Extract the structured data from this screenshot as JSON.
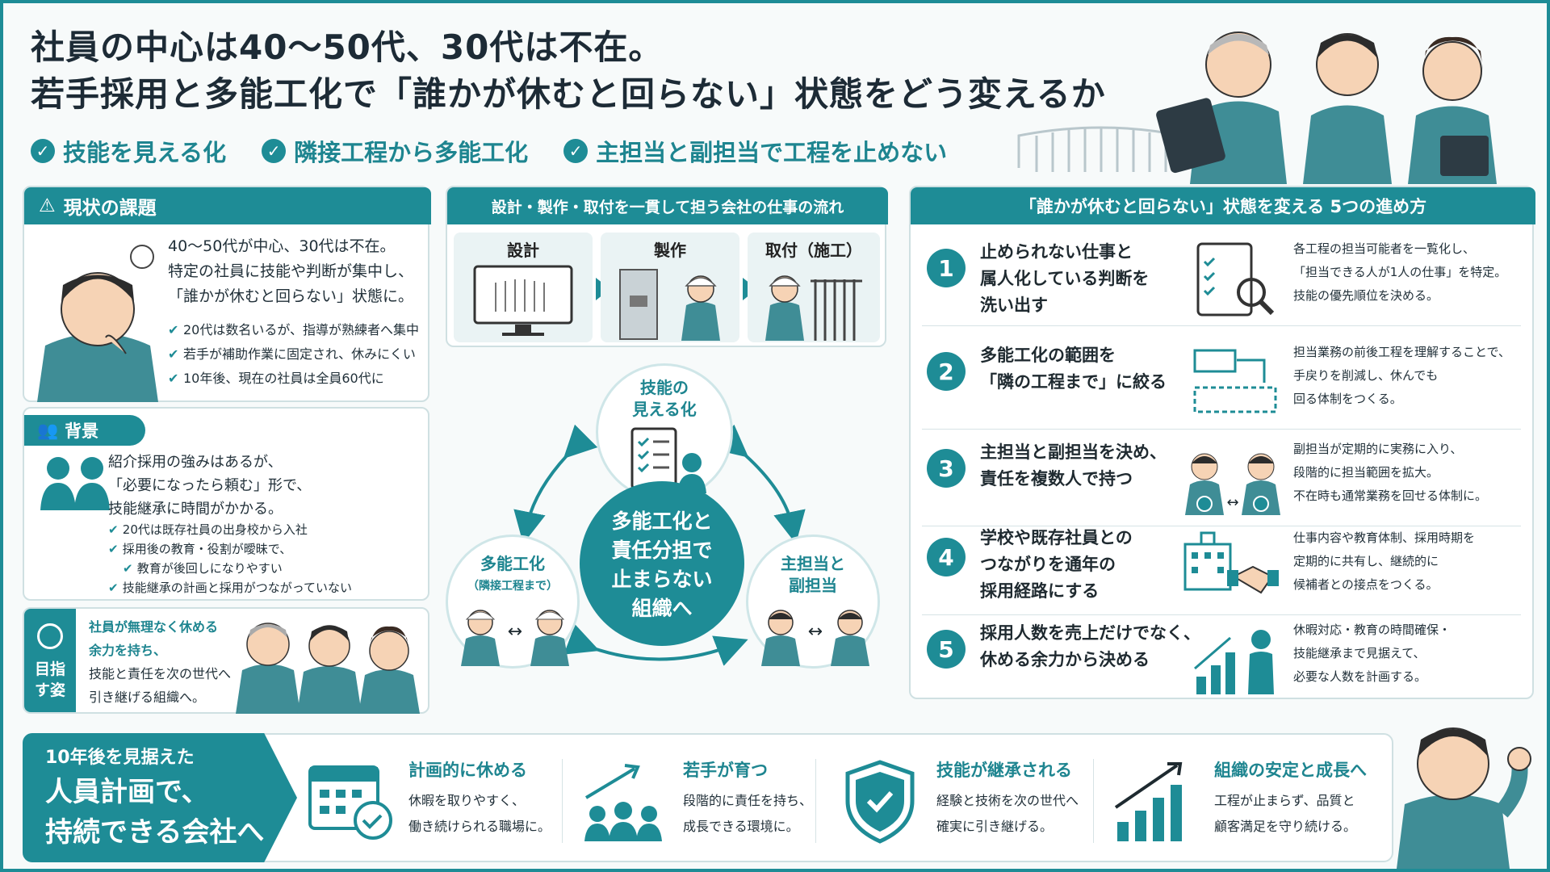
{
  "header": {
    "title_line1": "社員の中心は40〜50代、30代は不在。",
    "title_line2": "若手採用と多能工化で「誰かが休むと回らない」状態をどう変えるか",
    "checks": [
      "技能を見える化",
      "隣接工程から多能工化",
      "主担当と副担当で工程を止めない"
    ]
  },
  "issues": {
    "heading": "現状の課題",
    "text": [
      "40〜50代が中心、30代は不在。",
      "特定の社員に技能や判断が集中し、",
      "「誰かが休むと回らない」状態に。"
    ],
    "bullets": [
      "20代は数名いるが、指導が熟練者へ集中",
      "若手が補助作業に固定され、休みにくい",
      "10年後、現在の社員は全員60代に"
    ]
  },
  "background": {
    "heading": "背景",
    "text": [
      "紹介採用の強みはあるが、",
      "「必要になったら頼む」形で、",
      "技能継承に時間がかかる。"
    ],
    "bullets": [
      "20代は既存社員の出身校から入社",
      "採用後の教育・役割が曖昧で、",
      "教育が後回しになりやすい",
      "技能継承の計画と採用がつながっていない"
    ]
  },
  "goal": {
    "label": [
      "目指",
      "す姿"
    ],
    "text": [
      "社員が無理なく休める",
      "余力を持ち、",
      "技能と責任を次の世代へ",
      "引き継げる組織へ。"
    ]
  },
  "flow": {
    "heading": "設計・製作・取付を一貫して担う会社の仕事の流れ",
    "steps": [
      "設計",
      "製作",
      "取付（施工）"
    ]
  },
  "cycle": {
    "top": [
      "技能の",
      "見える化"
    ],
    "left": "多能工化",
    "left_sub": "（隣接工程まで）",
    "right": [
      "主担当と",
      "副担当"
    ],
    "center": [
      "多能工化と",
      "責任分担で",
      "止まらない",
      "組織へ"
    ]
  },
  "steps": {
    "heading": "「誰かが休むと回らない」状態を変える 5つの進め方",
    "items": [
      {
        "num": "1",
        "title": [
          "止められない仕事と",
          "属人化している判断を",
          "洗い出す"
        ],
        "desc": [
          "各工程の担当可能者を一覧化し、",
          "「担当できる人が1人の仕事」を特定。",
          "技能の優先順位を決める。"
        ]
      },
      {
        "num": "2",
        "title": [
          "多能工化の範囲を",
          "「隣の工程まで」に絞る"
        ],
        "desc": [
          "担当業務の前後工程を理解することで、",
          "手戻りを削減し、休んでも",
          "回る体制をつくる。"
        ]
      },
      {
        "num": "3",
        "title": [
          "主担当と副担当を決め、",
          "責任を複数人で持つ"
        ],
        "desc": [
          "副担当が定期的に実務に入り、",
          "段階的に担当範囲を拡大。",
          "不在時も通常業務を回せる体制に。"
        ]
      },
      {
        "num": "4",
        "title": [
          "学校や既存社員との",
          "つながりを通年の",
          "採用経路にする"
        ],
        "desc": [
          "仕事内容や教育体制、採用時期を",
          "定期的に共有し、継続的に",
          "候補者との接点をつくる。"
        ]
      },
      {
        "num": "5",
        "title": [
          "採用人数を売上だけでなく、",
          "休める余力から決める"
        ],
        "desc": [
          "休暇対応・教育の時間確保・",
          "技能継承まで見据えて、",
          "必要な人数を計画する。"
        ]
      }
    ]
  },
  "bottom": {
    "lead_small": "10年後を見据えた",
    "lead_big": [
      "人員計画で、",
      "持続できる会社へ"
    ],
    "benefits": [
      {
        "title": "計画的に休める",
        "text": [
          "休暇を取りやすく、",
          "働き続けられる職場に。"
        ]
      },
      {
        "title": "若手が育つ",
        "text": [
          "段階的に責任を持ち、",
          "成長できる環境に。"
        ]
      },
      {
        "title": "技能が継承される",
        "text": [
          "経験と技術を次の世代へ",
          "確実に引き継げる。"
        ]
      },
      {
        "title": "組織の安定と成長へ",
        "text": [
          "工程が止まらず、品質と",
          "顧客満足を守り続ける。"
        ]
      }
    ]
  },
  "colors": {
    "accent": "#1e8c96",
    "dark": "#1d2b36"
  }
}
